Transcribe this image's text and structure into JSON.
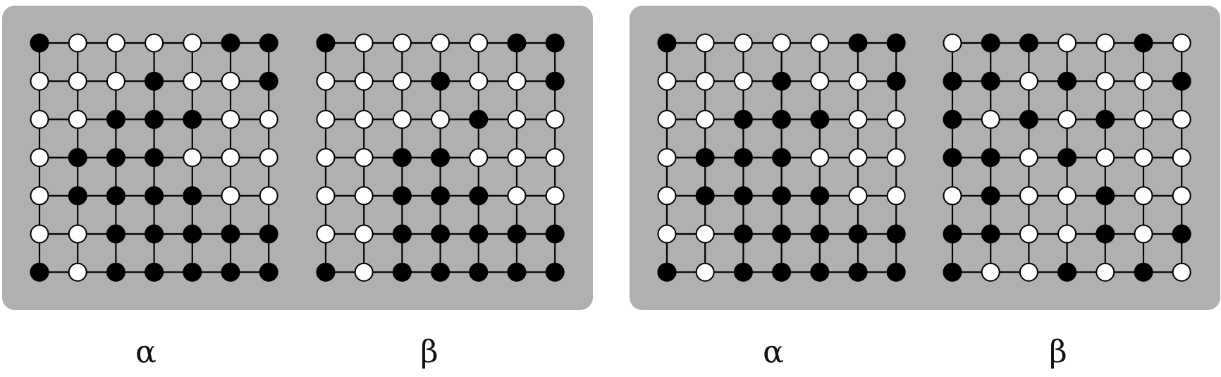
{
  "colors": {
    "panel_bg": "#b0b0b0",
    "filled_node": "#000000",
    "empty_node": "#ffffff",
    "edge": "#000000"
  },
  "panels": [
    {
      "grids": [
        {
          "label": "α",
          "rows": [
            [
              1,
              0,
              0,
              0,
              0,
              1,
              1
            ],
            [
              0,
              0,
              0,
              1,
              0,
              0,
              1
            ],
            [
              0,
              0,
              1,
              1,
              1,
              0,
              0
            ],
            [
              0,
              1,
              1,
              1,
              0,
              0,
              0
            ],
            [
              0,
              1,
              1,
              1,
              1,
              0,
              0
            ],
            [
              0,
              0,
              1,
              1,
              1,
              1,
              1
            ],
            [
              1,
              0,
              1,
              1,
              1,
              1,
              1
            ]
          ]
        },
        {
          "label": "β",
          "rows": [
            [
              1,
              0,
              0,
              0,
              0,
              1,
              1
            ],
            [
              0,
              0,
              0,
              1,
              0,
              0,
              1
            ],
            [
              0,
              0,
              0,
              0,
              1,
              0,
              0
            ],
            [
              0,
              0,
              1,
              1,
              0,
              0,
              0
            ],
            [
              0,
              0,
              1,
              1,
              1,
              0,
              0
            ],
            [
              0,
              0,
              1,
              1,
              1,
              1,
              1
            ],
            [
              1,
              0,
              1,
              1,
              1,
              1,
              1
            ]
          ]
        }
      ]
    },
    {
      "grids": [
        {
          "label": "α",
          "rows": [
            [
              1,
              0,
              0,
              0,
              0,
              1,
              1
            ],
            [
              0,
              0,
              0,
              1,
              0,
              0,
              1
            ],
            [
              0,
              0,
              1,
              1,
              1,
              0,
              0
            ],
            [
              0,
              1,
              1,
              1,
              0,
              0,
              0
            ],
            [
              0,
              1,
              1,
              1,
              1,
              0,
              0
            ],
            [
              0,
              0,
              1,
              1,
              1,
              1,
              1
            ],
            [
              1,
              0,
              1,
              1,
              1,
              1,
              1
            ]
          ]
        },
        {
          "label": "β",
          "rows": [
            [
              0,
              1,
              1,
              0,
              0,
              1,
              0
            ],
            [
              1,
              1,
              0,
              1,
              0,
              0,
              1
            ],
            [
              1,
              0,
              1,
              0,
              1,
              0,
              0
            ],
            [
              1,
              1,
              0,
              1,
              0,
              0,
              0
            ],
            [
              0,
              1,
              0,
              0,
              1,
              0,
              0
            ],
            [
              1,
              1,
              0,
              0,
              1,
              0,
              1
            ],
            [
              1,
              0,
              0,
              1,
              0,
              1,
              0
            ]
          ]
        }
      ]
    }
  ]
}
